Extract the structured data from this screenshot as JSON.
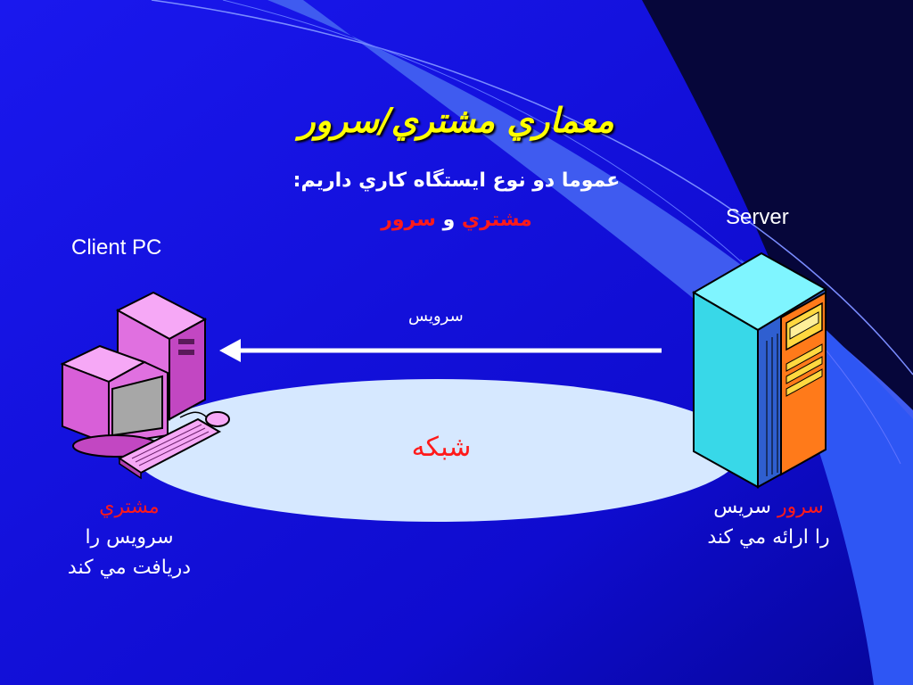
{
  "title": "معماري مشتري/سرور",
  "subtitle": "عموما دو نوع ايستگاه کاري داريم:",
  "subline": {
    "client": "مشتري",
    "conj": "و",
    "server": "سرور"
  },
  "labels": {
    "server": "Server",
    "client": "Client PC",
    "service_arrow": "سرويس",
    "network": "شبکه"
  },
  "client_desc": {
    "title": "مشتري",
    "line1": "سرويس را",
    "line2": "دريافت مي کند"
  },
  "server_desc": {
    "title": "سرور",
    "title_rest": "سريس",
    "line2": "را ارائه مي کند"
  },
  "colors": {
    "background": "#1010ee",
    "title": "#ffff00",
    "accent": "#ff1a1a",
    "text": "#ffffff",
    "network": "#d6e8ff"
  },
  "icons": [
    "client-computer-icon",
    "server-tower-icon",
    "service-arrow-icon"
  ]
}
